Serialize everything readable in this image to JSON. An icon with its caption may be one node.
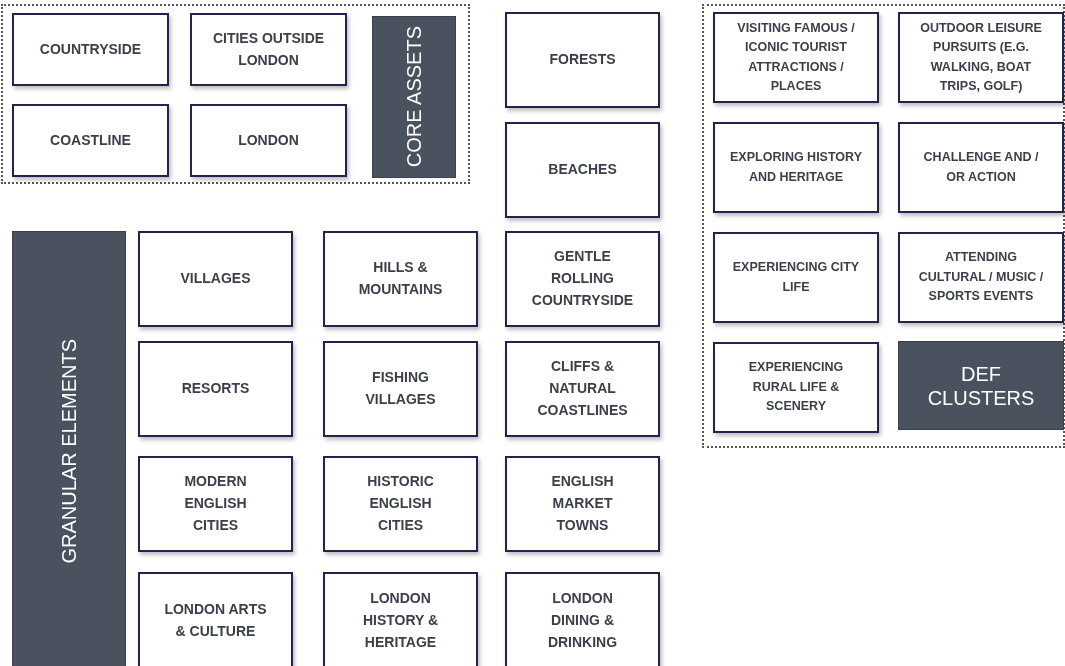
{
  "diagram": {
    "nodes": [
      {
        "text": [],
        "shape": "box"
      },
      {
        "text": [
          "COUNTRYSIDE"
        ],
        "in": 0
      },
      {
        "text": [
          "CITIES OUTSIDE LONDON"
        ],
        "in": 0
      },
      {
        "text": [
          "CORE ASSETS"
        ],
        "in": 0
      },
      {
        "text": [
          "COASTLINE"
        ],
        "in": 0
      },
      {
        "text": [
          "LONDON"
        ],
        "in": 0
      },
      {
        "text": [
          "FORESTS"
        ]
      },
      {
        "text": [],
        "shape": "box"
      },
      {
        "text": [
          "VISITING FAMOUS / ICONIC TOURIST ATTRACTIONS / PLACES"
        ],
        "in": 7
      },
      {
        "text": [
          "OUTDOOR LEISURE PURSUITS (E.G. WALKING, BOAT TRIPS, GOLF)"
        ],
        "in": 7
      },
      {
        "text": [
          "BEACHES"
        ]
      },
      {
        "text": [
          "EXPLORING HISTORY AND HERITAGE"
        ],
        "in": 7
      },
      {
        "text": [
          "CHALLENGE AND / OR ACTION"
        ],
        "in": 7
      },
      {
        "text": [
          "GRANULAR ELEMENTS"
        ]
      },
      {
        "text": [
          "VILLAGES"
        ]
      },
      {
        "text": [
          "HILLS & MOUNTAINS"
        ]
      },
      {
        "text": [
          "GENTLE ROLLING COUNTRYSIDE"
        ]
      },
      {
        "text": [
          "EXPERIENCING CITY LIFE"
        ],
        "in": 7
      },
      {
        "text": [
          "ATTENDING CULTURAL / MUSIC / SPORTS EVENTS"
        ],
        "in": 7
      },
      {
        "text": [
          "RESORTS"
        ]
      },
      {
        "text": [
          "FISHING VILLAGES"
        ]
      },
      {
        "text": [
          "CLIFFS & NATURAL COASTLINES"
        ]
      },
      {
        "text": [
          "EXPERIENCING RURAL LIFE & SCENERY"
        ],
        "in": 7
      },
      {
        "text": [
          "DEF CLUSTERS"
        ],
        "in": 7
      },
      {
        "text": [
          "MODERN ENGLISH CITIES"
        ]
      },
      {
        "text": [
          "HISTORIC ENGLISH CITIES"
        ]
      },
      {
        "text": [
          "ENGLISH MARKET TOWNS"
        ]
      },
      {
        "text": [
          "LONDON ARTS & CULTURE"
        ]
      },
      {
        "text": [
          "LONDON HISTORY & HERITAGE"
        ]
      },
      {
        "text": [
          "LONDON DINING & DRINKING"
        ]
      }
    ],
    "edges": []
  }
}
